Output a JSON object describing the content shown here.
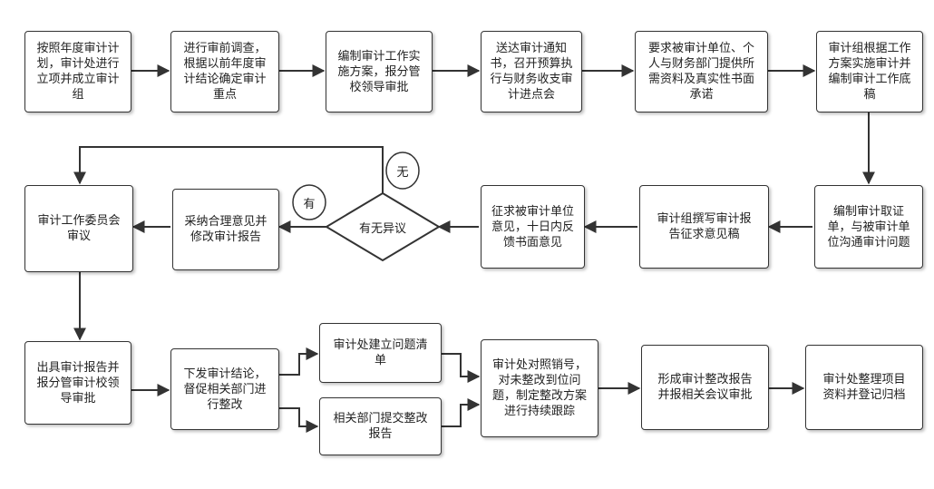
{
  "flow": {
    "row1": {
      "step1": "按照年度审计计\n划，审计处进行\n立项并成立审计\n组",
      "step2": "进行审前调查，\n根据以前年度审\n计结论确定审计\n重点",
      "step3": "编制审计工作实\n施方案，报分管\n校领导审批",
      "step4": "送达审计通知\n书，召开预算执\n行与财务收支审\n计进点会",
      "step5": "要求被审计单位、个\n人与财务部门提供所\n需资料及真实性书面\n承诺",
      "step6": "审计组根据工作\n方案实施审计并\n编制审计工作底\n稿"
    },
    "row2": {
      "step7": "编制审计取证\n单，与被审计单\n位沟通审计问题",
      "step8": "审计组撰写审计报\n告征求意见稿",
      "step9": "征求被审计单位\n意见，十日内反\n馈书面意见",
      "decision": "有无异议",
      "yes_label": "有",
      "no_label": "无",
      "step10": "采纳合理意见并\n修改审计报告",
      "step11": "审计工作委员会\n审议"
    },
    "row3": {
      "step12": "出具审计报告并\n报分管审计校领\n导审批",
      "step13": "下发审计结论，\n督促相关部门进\n行整改",
      "step14a": "审计处建立问题清\n单",
      "step14b": "相关部门提交整改\n报告",
      "step15": "审计处对照销号，\n对未整改到位问\n题，制定整改方案\n进行持续跟踪",
      "step16": "形成审计整改报告\n并报相关会议审批",
      "step17": "审计处整理项目\n资料并登记归档"
    }
  },
  "colors": {
    "line": "#333333",
    "border": "#333333",
    "text": "#222222"
  }
}
